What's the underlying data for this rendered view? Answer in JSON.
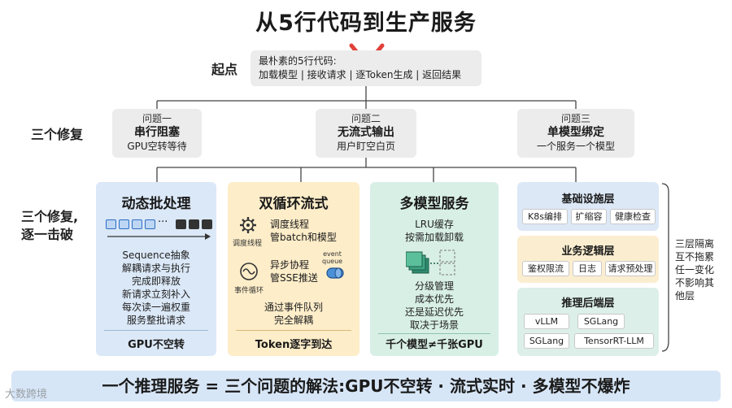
{
  "title": "从5行代码到生产服务",
  "row_labels": {
    "start": "起点",
    "fixes": "三个修复",
    "break": [
      "三个修复,",
      "逐一击破"
    ]
  },
  "start_box": {
    "line1": "最朴素的5行代码:",
    "line2": "加载模型 | 接收请求 | 逐Token生成 | 返回结果"
  },
  "problems": [
    {
      "label": "问题一",
      "name": "串行阻塞",
      "desc": "GPU空转等待"
    },
    {
      "label": "问题二",
      "name": "无流式输出",
      "desc": "用户盯空白页"
    },
    {
      "label": "问题三",
      "name": "单模型绑定",
      "desc": "一个服务一个模型"
    }
  ],
  "cards": [
    {
      "title": "动态批处理",
      "lines": [
        "Sequence抽象",
        "解耦请求与执行",
        "完成即释放",
        "新请求立刻补入",
        "每次读一遍权重",
        "服务整批请求"
      ],
      "footer": "GPU不空转",
      "seq_dots": "···"
    },
    {
      "title": "双循环流式",
      "sched_label": "调度线程",
      "sched_lines": [
        "调度线程",
        "管batch和模型"
      ],
      "event_label": "事件循环",
      "event_lines": [
        "异步协程",
        "管SSE推送"
      ],
      "queue_label": [
        "event",
        "queue"
      ],
      "lines": [
        "通过事件队列",
        "完全解耦"
      ],
      "footer": "Token逐字到达"
    },
    {
      "title": "多模型服务",
      "lines_top": [
        "LRU缓存",
        "按需加载卸载"
      ],
      "lines_bottom": [
        "分级管理",
        "成本优先",
        "还是延迟优先",
        "取决于场景"
      ],
      "footer": "千个模型≠千张GPU"
    }
  ],
  "layers": [
    {
      "title": "基础设施层",
      "chips": [
        "K8s编排",
        "扩缩容",
        "健康检查"
      ],
      "color": "#dce8f6"
    },
    {
      "title": "业务逻辑层",
      "chips": [
        "鉴权限流",
        "日志",
        "请求预处理"
      ],
      "color": "#fbeed0"
    },
    {
      "title": "推理后端层",
      "chips": [
        "vLLM",
        "SGLang",
        "SGLang",
        "TensorRT-LLM"
      ],
      "color": "#dcefe8"
    }
  ],
  "layer_note": [
    "三层隔离",
    "互不拖累",
    "任一变化",
    "不影响其",
    "他层"
  ],
  "bottom_banner": "一个推理服务 = 三个问题的解法:GPU不空转 · 流式实时 · 多模型不爆炸",
  "watermark": "大数跨境",
  "colors": {
    "blue_card": "#dbe8f7",
    "yellow_card": "#fdedc9",
    "green_card": "#d8efe6",
    "cross": "#e0413a"
  }
}
